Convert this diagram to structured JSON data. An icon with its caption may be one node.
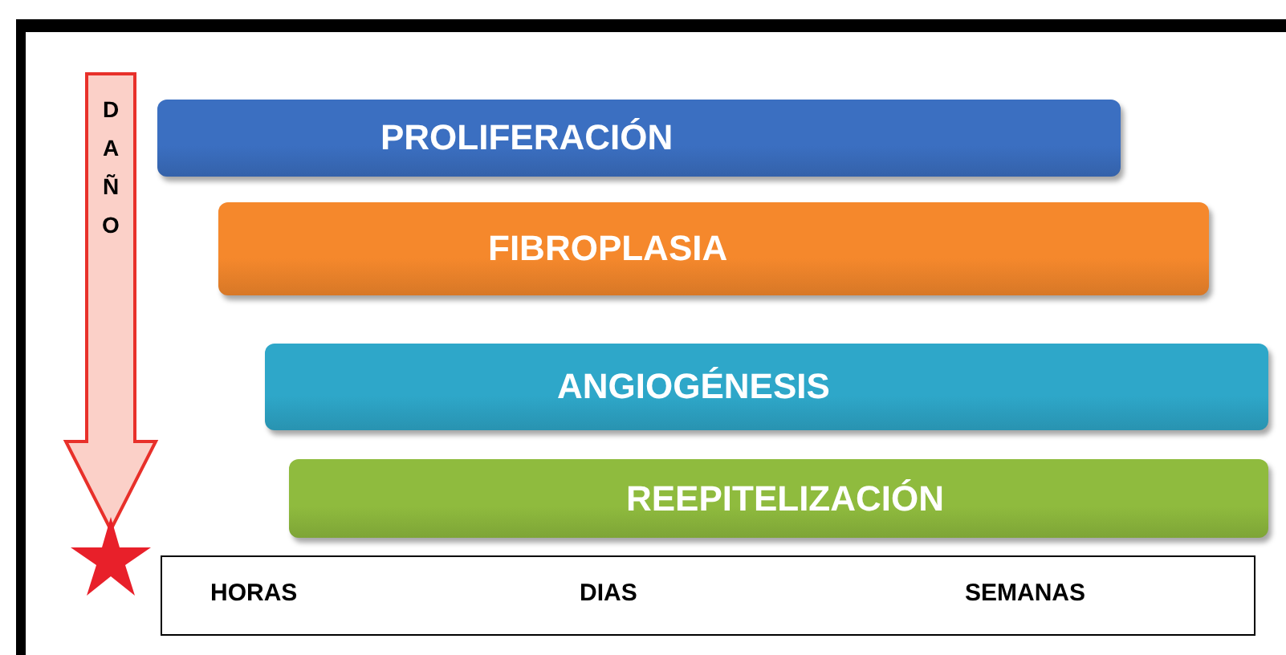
{
  "diagram": {
    "nodes": [
      {
        "text": [
          "PROLIFERACIÓN"
        ]
      },
      {
        "text": [
          "FIBROPLASIA"
        ]
      },
      {
        "text": [
          "ANGIOGÉNESIS"
        ]
      },
      {
        "text": [
          "REEPITELIZACIÓN"
        ]
      },
      {
        "text": [
          "HORAS",
          "DIAS",
          "SEMANAS"
        ]
      }
    ],
    "edges": [],
    "labels": [
      "DAÑO"
    ]
  }
}
